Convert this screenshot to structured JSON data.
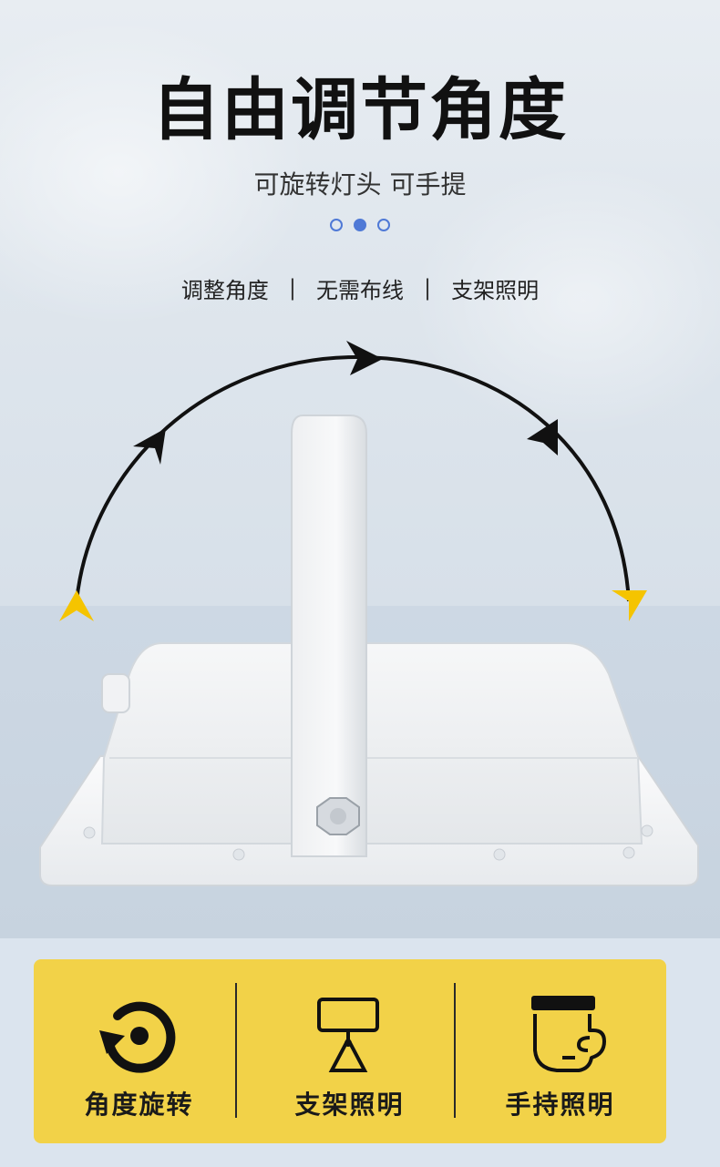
{
  "header": {
    "title": "自由调节角度",
    "subtitle": "可旋转灯头 可手提"
  },
  "pager": {
    "count": 3,
    "active_index": 1,
    "color": "#4f79d6"
  },
  "features": {
    "items": [
      "调整角度",
      "无需布线",
      "支架照明"
    ],
    "separator": "|"
  },
  "panel": {
    "background": "#f2d248",
    "items": [
      {
        "label": "角度旋转",
        "icon": "rotate-icon"
      },
      {
        "label": "支架照明",
        "icon": "stand-lamp-icon"
      },
      {
        "label": "手持照明",
        "icon": "hand-grip-icon"
      }
    ]
  },
  "colors": {
    "accent_yellow": "#f5c400",
    "arc": "#111111"
  }
}
